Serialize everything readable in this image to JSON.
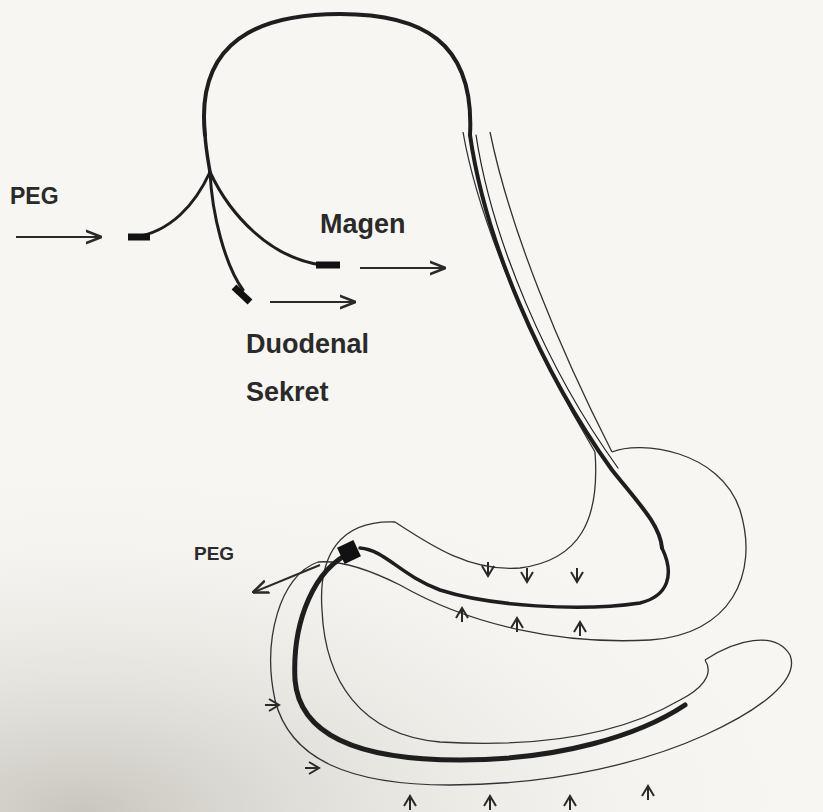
{
  "diagram": {
    "labels": [
      "PEG",
      "Magen",
      "Duodenal Sekret",
      "PEG"
    ]
  }
}
